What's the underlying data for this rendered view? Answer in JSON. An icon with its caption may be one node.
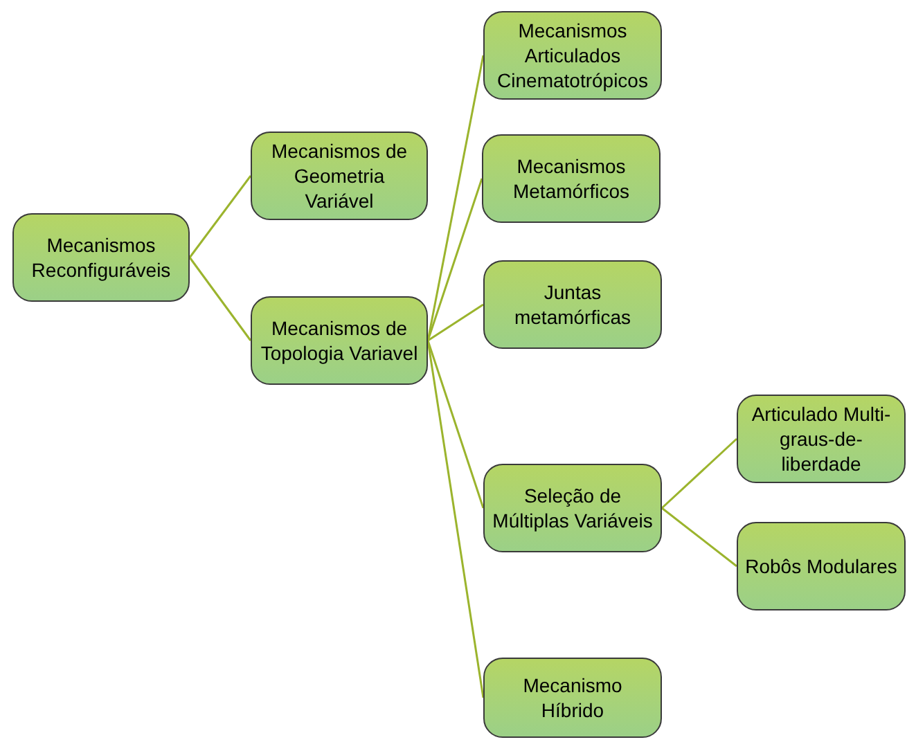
{
  "diagram": {
    "nodes": [
      {
        "text": [
          "Mecanismos Reconfiguráveis"
        ]
      },
      {
        "text": [
          "Mecanismos de Geometria Variável"
        ]
      },
      {
        "text": [
          "Mecanismos de Topologia Variavel"
        ]
      },
      {
        "text": [
          "Mecanismos Articulados Cinematotrópicos"
        ]
      },
      {
        "text": [
          "Mecanismos Metamórficos"
        ]
      },
      {
        "text": [
          "Juntas metamórficas"
        ]
      },
      {
        "text": [
          "Seleção de Múltiplas Variáveis"
        ]
      },
      {
        "text": [
          "Articulado Multi-graus-de-liberdade"
        ]
      },
      {
        "text": [
          "Robôs Modulares"
        ]
      },
      {
        "text": [
          "Mecanismo Híbrido"
        ]
      }
    ],
    "edges": [
      {
        "from": 0,
        "to": 1,
        "arrow": "none"
      },
      {
        "from": 0,
        "to": 2,
        "arrow": "none"
      },
      {
        "from": 2,
        "to": 3,
        "arrow": "none"
      },
      {
        "from": 2,
        "to": 4,
        "arrow": "none"
      },
      {
        "from": 2,
        "to": 5,
        "arrow": "none"
      },
      {
        "from": 2,
        "to": 6,
        "arrow": "none"
      },
      {
        "from": 2,
        "to": 9,
        "arrow": "none"
      },
      {
        "from": 6,
        "to": 7,
        "arrow": "none"
      },
      {
        "from": 6,
        "to": 8,
        "arrow": "none"
      }
    ]
  }
}
